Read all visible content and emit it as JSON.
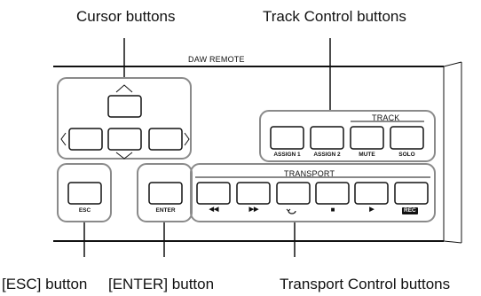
{
  "callouts": {
    "cursor_buttons": "Cursor buttons",
    "track_control_buttons": "Track Control buttons",
    "esc_button": "[ESC] button",
    "enter_button": "[ENTER] button",
    "transport_control_buttons": "Transport Control buttons"
  },
  "panel": {
    "title": "DAW REMOTE",
    "track_section_label": "TRACK",
    "transport_section_label": "TRANSPORT"
  },
  "track_buttons": {
    "assign1": "ASSIGN 1",
    "assign2": "ASSIGN 2",
    "mute": "MUTE",
    "solo": "SOLO"
  },
  "esc_label": "ESC",
  "enter_label": "ENTER",
  "transport_symbols": {
    "rewind": "◀◀",
    "fast_forward": "▶▶",
    "stop": "■",
    "play": "▶",
    "rec": "REC"
  },
  "icons": {
    "cursor_up": "chevron-up-icon",
    "cursor_down": "chevron-down-icon",
    "cursor_left": "chevron-left-icon",
    "cursor_right": "chevron-right-icon",
    "loop": "loop-icon"
  }
}
